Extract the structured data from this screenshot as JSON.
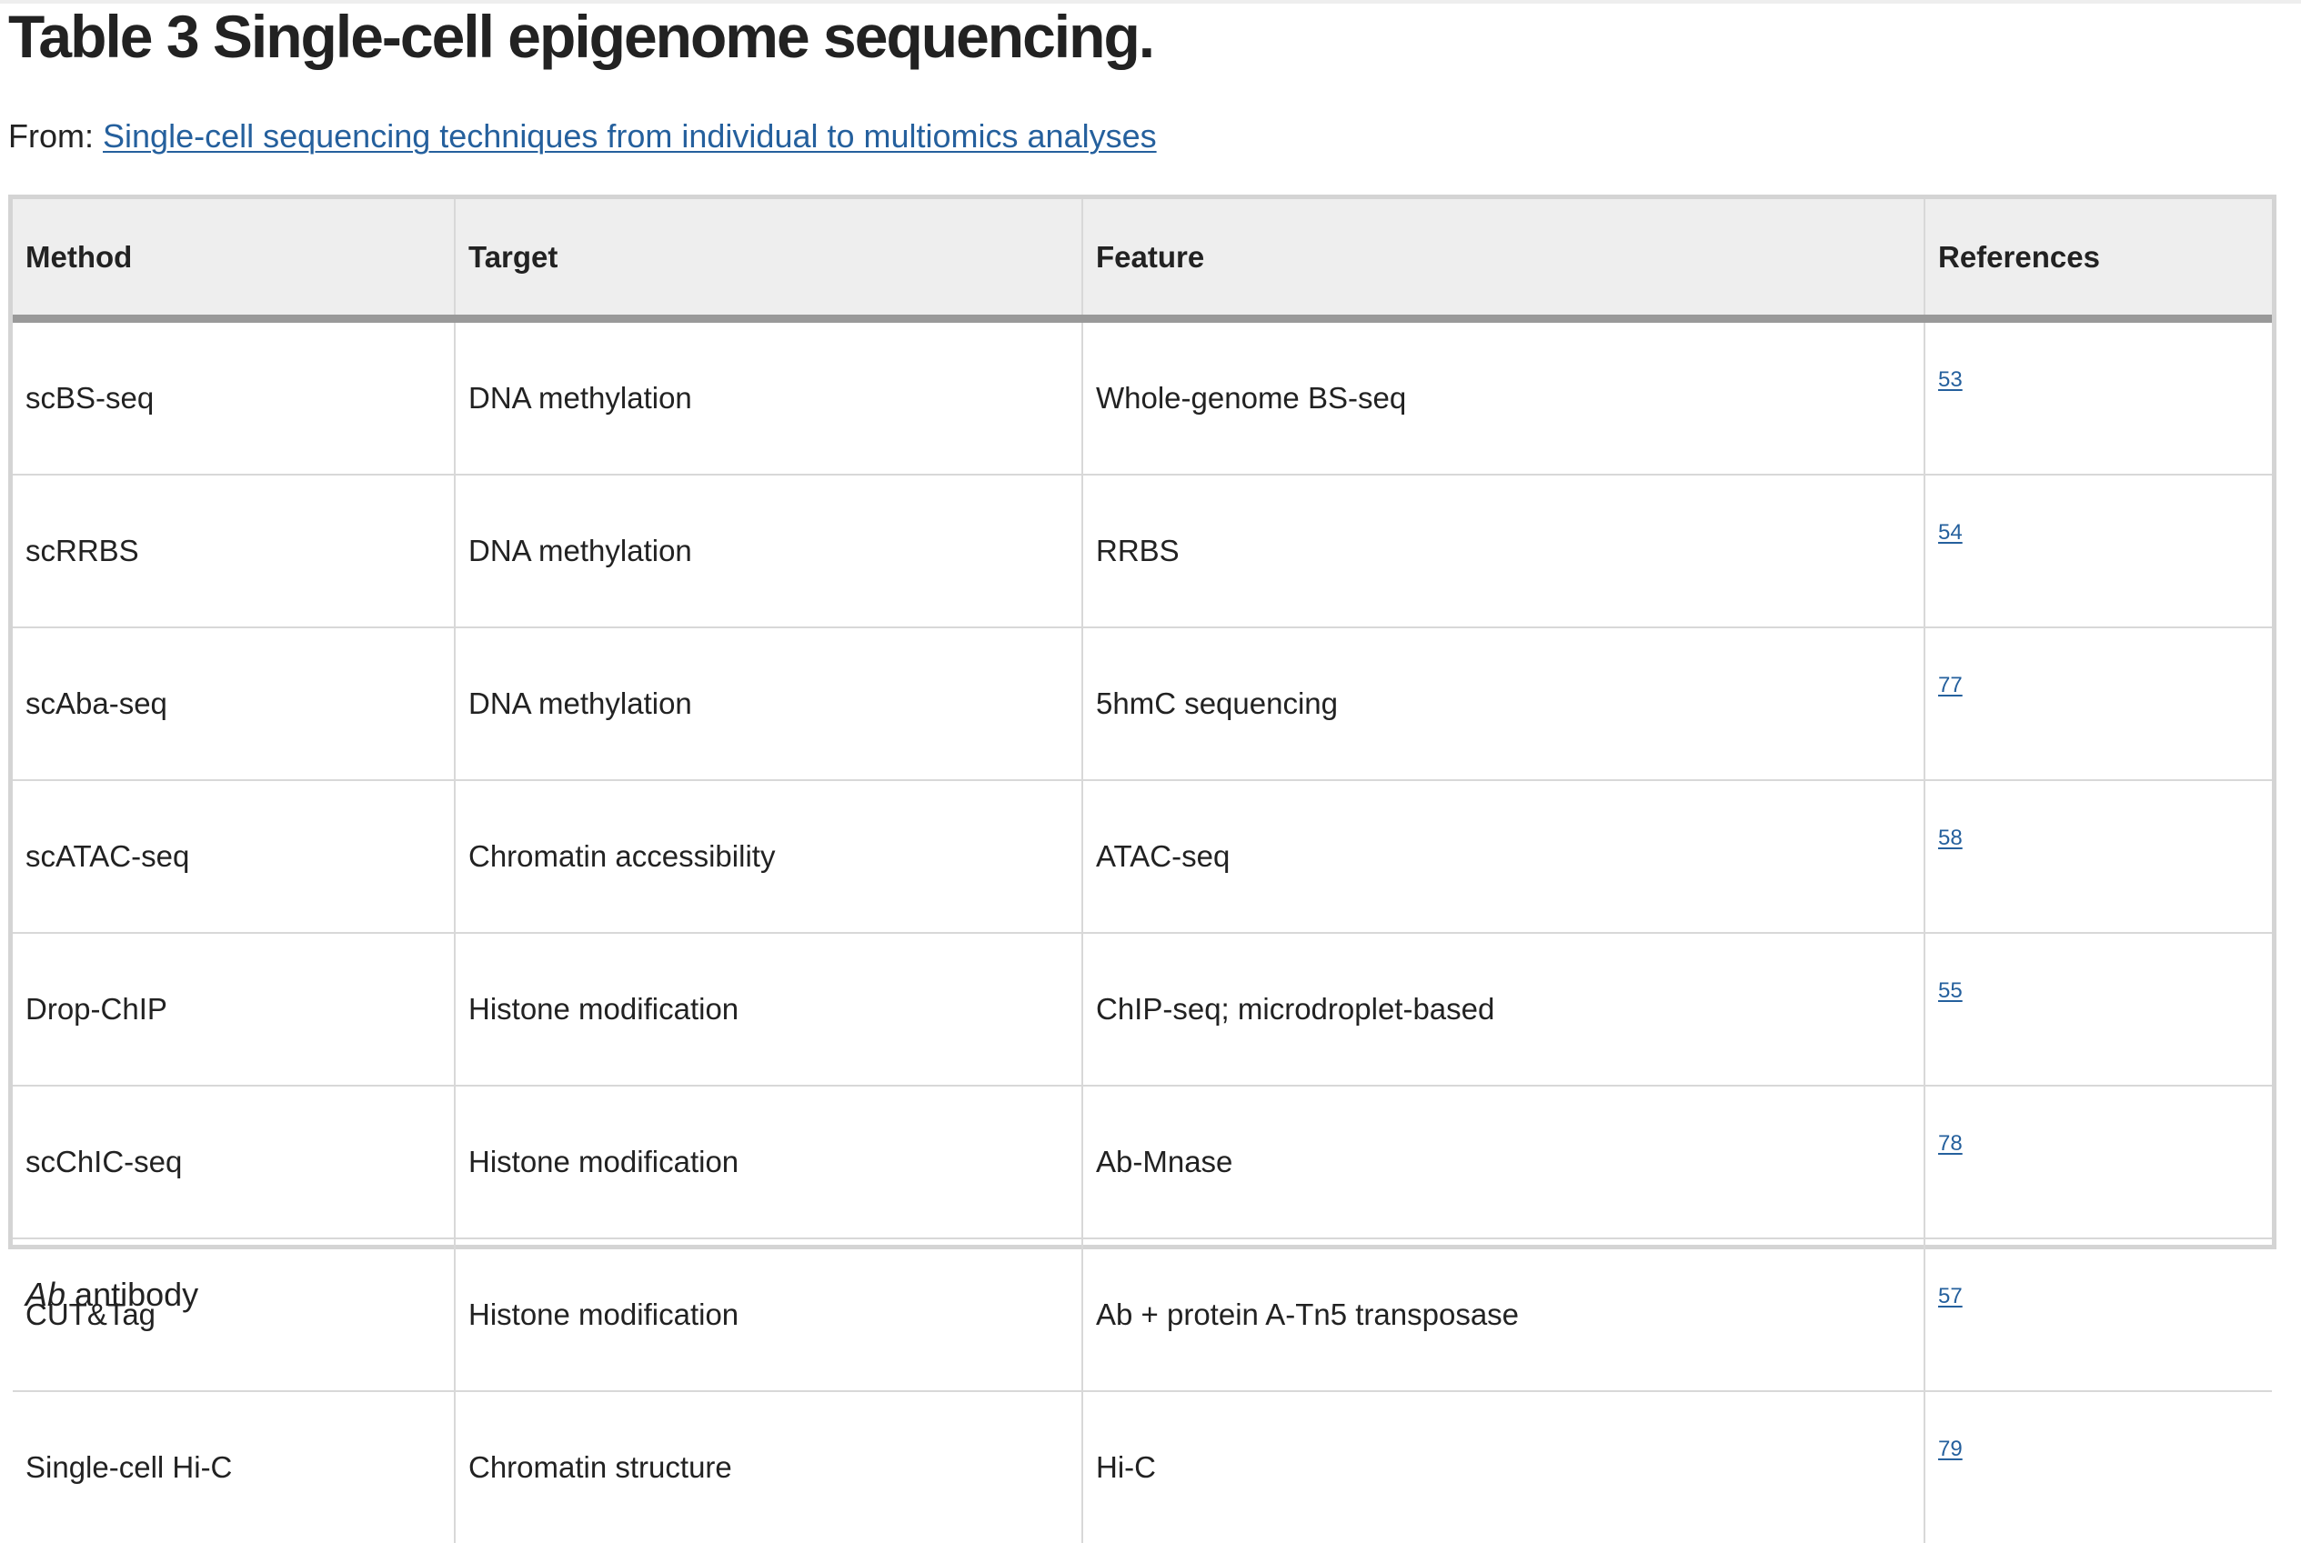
{
  "title": "Table 3 Single-cell epigenome sequencing.",
  "source": {
    "prefix": "From:",
    "link_text": "Single-cell sequencing techniques from individual to multiomics analyses"
  },
  "table": {
    "headers": [
      "Method",
      "Target",
      "Feature",
      "References"
    ],
    "rows": [
      {
        "method": "scBS-seq",
        "target": "DNA methylation",
        "feature": "Whole-genome BS-seq",
        "ref": "53"
      },
      {
        "method": "scRRBS",
        "target": "DNA methylation",
        "feature": "RRBS",
        "ref": "54"
      },
      {
        "method": "scAba-seq",
        "target": "DNA methylation",
        "feature": "5hmC sequencing",
        "ref": "77"
      },
      {
        "method": "scATAC-seq",
        "target": "Chromatin accessibility",
        "feature": "ATAC-seq",
        "ref": "58"
      },
      {
        "method": "Drop-ChIP",
        "target": "Histone modification",
        "feature": "ChIP-seq; microdroplet-based",
        "ref": "55"
      },
      {
        "method": "scChIC-seq",
        "target": "Histone modification",
        "feature": "Ab-Mnase",
        "ref": "78"
      },
      {
        "method": "CUT&Tag",
        "target": "Histone modification",
        "feature": "Ab + protein A-Tn5 transposase",
        "ref": "57"
      },
      {
        "method": "Single-cell Hi-C",
        "target": "Chromatin structure",
        "feature": "Hi-C",
        "ref": "79"
      }
    ]
  },
  "footnote": {
    "abbr": "Ab",
    "text": " antibody"
  },
  "colors": {
    "link": "#25609d",
    "header_bg": "#eeeeee",
    "header_rule": "#999999"
  }
}
